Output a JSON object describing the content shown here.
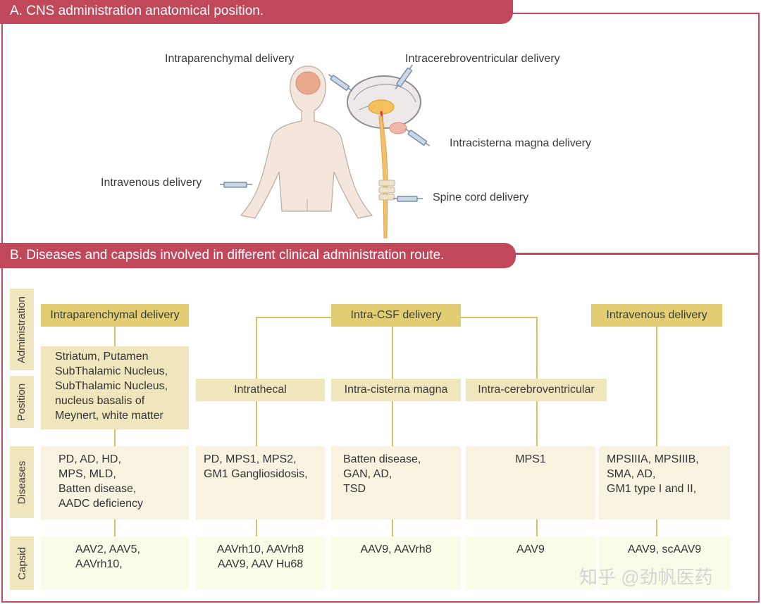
{
  "panel_a": {
    "title": "A. CNS administration anatomical position.",
    "labels": {
      "intraparenchymal": "Intraparenchymal delivery",
      "intracerebroventricular": "Intracerebroventricular delivery",
      "intracisterna": "Intracisterna magna delivery",
      "intravenous": "Intravenous delivery",
      "spine": "Spine cord delivery"
    }
  },
  "panel_b": {
    "title": "B. Diseases and capsids involved in different clinical administration route.",
    "row_labels": {
      "administration": "Administration",
      "position": "Position",
      "diseases": "Diseases",
      "capsid": "Capsid"
    },
    "routes": {
      "intraparenchymal": "Intraparenchymal delivery",
      "intra_csf": "Intra-CSF delivery",
      "intravenous": "Intravenous delivery"
    },
    "positions": {
      "intraparenchymal": [
        "Striatum, Putamen",
        "SubThalamic Nucleus,",
        "SubThalamic Nucleus,",
        "nucleus basalis of",
        "Meynert, white matter"
      ],
      "intrathecal": "Intrathecal",
      "intracisterna": "Intra-cisterna magna",
      "intracerebroventricular": "Intra-cerebroventricular"
    },
    "diseases": {
      "col1": [
        "PD, AD, HD,",
        "MPS, MLD,",
        "Batten disease,",
        "AADC deficiency"
      ],
      "col2": [
        "PD, MPS1, MPS2,",
        "GM1 Gangliosidosis,"
      ],
      "col3": [
        "Batten disease,",
        "GAN, AD,",
        "TSD"
      ],
      "col4": [
        "MPS1"
      ],
      "col5": [
        "MPSIIIA, MPSIIIB,",
        "SMA, AD,",
        "GM1 type I and II,"
      ]
    },
    "capsids": {
      "col1": [
        "AAV2, AAV5,",
        "AAVrh10,"
      ],
      "col2": [
        "AAVrh10, AAVrh8",
        "AAV9, AAV Hu68"
      ],
      "col3": [
        "AAV9, AAVrh8"
      ],
      "col4": [
        "AAV9"
      ],
      "col5": [
        "AAV9, scAAV9"
      ]
    }
  },
  "watermark": "知乎 @劲帆医药",
  "colors": {
    "accent_red": "#c0485a",
    "header_gold": "#e2cd72",
    "position_tan": "#efe6bd",
    "disease_cream": "#f8f3e0",
    "capsid_cream": "#fafbe9",
    "connector": "#dcc25e"
  }
}
